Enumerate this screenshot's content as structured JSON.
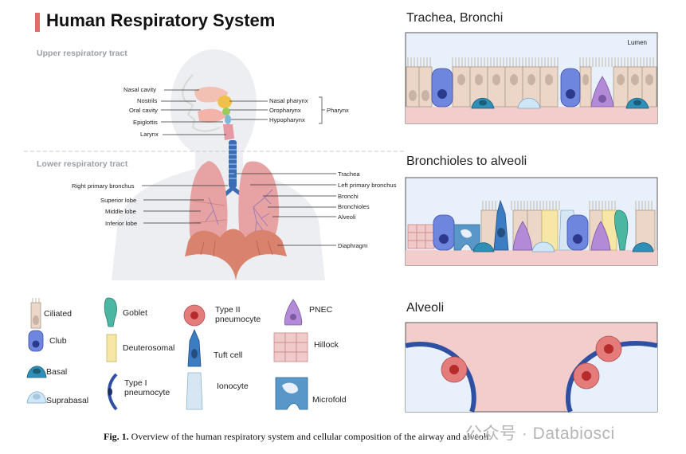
{
  "title": "Human Respiratory System",
  "anatomy": {
    "upper_tract_label": "Upper respiratory tract",
    "lower_tract_label": "Lower respiratory tract",
    "upper_labels": {
      "nasal_cavity": "Nasal cavity",
      "nostrils": "Nostrils",
      "oral_cavity": "Oral cavity",
      "epiglottis": "Epiglottis",
      "larynx": "Larynx",
      "nasal_pharynx": "Nasal pharynx",
      "oropharynx": "Oropharynx",
      "hypopharynx": "Hypopharynx",
      "pharynx": "Pharynx"
    },
    "lower_labels": {
      "right_primary_bronchus": "Right primary bronchus",
      "superior_lobe": "Superior lobe",
      "middle_lobe": "Middle lobe",
      "inferior_lobe": "Inferior lobe",
      "trachea": "Trachea",
      "left_primary_bronchus": "Left primary bronchus",
      "bronchi": "Bronchi",
      "bronchioles": "Bronchioles",
      "alveoli": "Alveoli",
      "diaphragm": "Diaphragm"
    }
  },
  "panels": {
    "trachea_title": "Trachea, Bronchi",
    "lumen_label": "Lumen",
    "bronchioles_title": "Bronchioles to alveoli",
    "alveoli_title": "Alveoli"
  },
  "legend": {
    "ciliated": "Ciliated",
    "club": "Club",
    "basal": "Basal",
    "suprabasal": "Suprabasal",
    "goblet": "Goblet",
    "deuterosomal": "Deuterosomal",
    "type1_line1": "Type I",
    "type1_line2": "pneumocyte",
    "type2_line1": "Type II",
    "type2_line2": "pneumocyte",
    "tuft": "Tuft cell",
    "ionocyte": "Ionocyte",
    "pnec": "PNEC",
    "hillock": "Hillock",
    "microfold": "Microfold"
  },
  "caption": {
    "label": "Fig. 1.",
    "text": "Overview of the human respiratory system and cellular composition of the airway and alveoli."
  },
  "watermark": "公众号 · Databiosci",
  "colors": {
    "accent_red": "#e26b6b",
    "lung_pink": "#e7a3a3",
    "trachea_blue": "#3a6db5",
    "club_blue": "#6f86de",
    "basal_teal": "#2f8fb7",
    "pnec_purple": "#b28ad6",
    "goblet_teal": "#4bb7a3",
    "lumen_bg": "#e8f1fb",
    "tissue_pink": "#f3cccc"
  }
}
